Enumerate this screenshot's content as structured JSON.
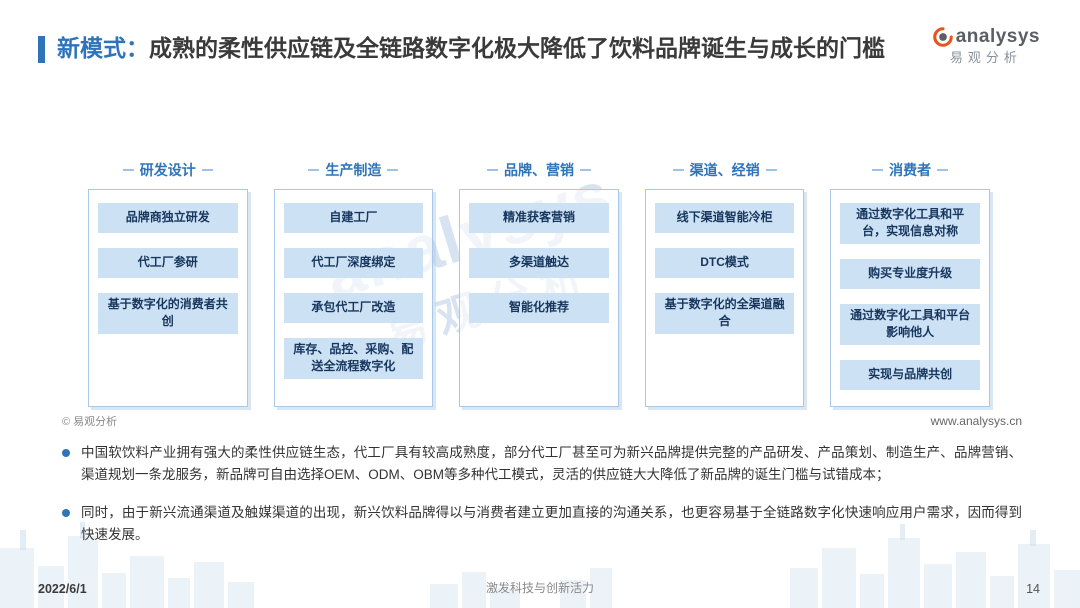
{
  "header": {
    "title_prefix": "新模式：",
    "title_text": "成熟的柔性供应链及全链路数字化极大降低了饮料品牌诞生与成长的门槛"
  },
  "logo": {
    "brand": "analysys",
    "cn": "易观分析"
  },
  "watermark": {
    "line1": "analysys",
    "line2": "易观分析"
  },
  "columns": [
    {
      "header": "研发设计",
      "items": [
        "品牌商独立研发",
        "代工厂参研",
        "基于数字化的消费者共创"
      ]
    },
    {
      "header": "生产制造",
      "items": [
        "自建工厂",
        "代工厂深度绑定",
        "承包代工厂改造",
        "库存、品控、采购、配送全流程数字化"
      ]
    },
    {
      "header": "品牌、营销",
      "items": [
        "精准获客营销",
        "多渠道触达",
        "智能化推荐"
      ]
    },
    {
      "header": "渠道、经销",
      "items": [
        "线下渠道智能冷柜",
        "DTC模式",
        "基于数字化的全渠道融合"
      ]
    },
    {
      "header": "消费者",
      "items": [
        "通过数字化工具和平台，实现信息对称",
        "购买专业度升级",
        "通过数字化工具和平台影响他人",
        "实现与品牌共创"
      ]
    }
  ],
  "source": {
    "copyright": "© 易观分析",
    "website": "www.analysys.cn"
  },
  "bullets": [
    "中国软饮料产业拥有强大的柔性供应链生态，代工厂具有较高成熟度，部分代工厂甚至可为新兴品牌提供完整的产品研发、产品策划、制造生产、品牌营销、渠道规划一条龙服务，新品牌可自由选择OEM、ODM、OBM等多种代工模式，灵活的供应链大大降低了新品牌的诞生门槛与试错成本；",
    "同时，由于新兴流通渠道及触媒渠道的出现，新兴饮料品牌得以与消费者建立更加直接的沟通关系，也更容易基于全链路数字化快速响应用户需求，因而得到快速发展。"
  ],
  "footer": {
    "date": "2022/6/1",
    "slogan": "激发科技与创新活力",
    "page": "14"
  },
  "colors": {
    "accent_blue": "#2F74B8",
    "box_fill": "#CDE1F4",
    "box_text": "#17375E",
    "logo_orange": "#E8541D"
  }
}
